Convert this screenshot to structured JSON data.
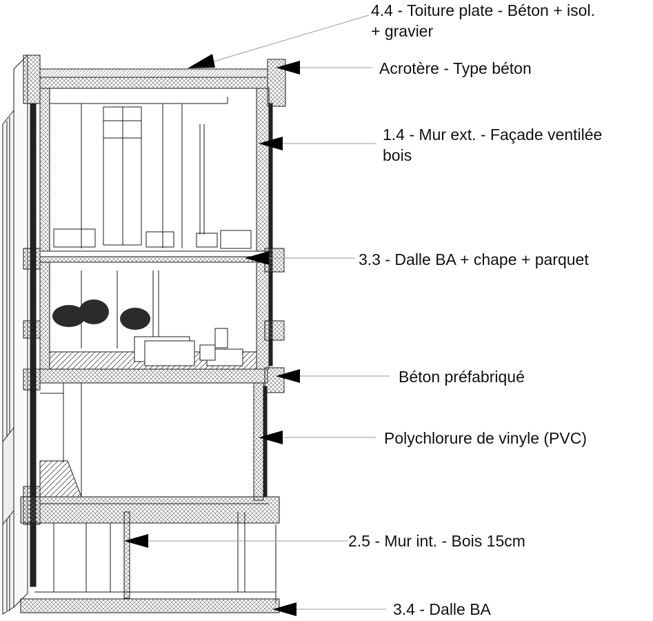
{
  "labels": [
    {
      "line1": "4.4 - Toiture plate - Béton + isol.",
      "line2": "+ gravier"
    },
    {
      "line1": "Acrotère - Type béton"
    },
    {
      "line1": "1.4 - Mur ext. - Façade ventilée",
      "line2": "bois"
    },
    {
      "line1": "3.3 - Dalle BA + chape + parquet"
    },
    {
      "line1": "Béton préfabriqué"
    },
    {
      "line1": "Polychlorure de vinyle (PVC)"
    },
    {
      "line1": "2.5 - Mur int. - Bois 15cm"
    },
    {
      "line1": "3.4 - Dalle BA"
    }
  ],
  "colors": {
    "line": "#1a1a1a",
    "hatch": "#555555",
    "background": "#ffffff"
  }
}
